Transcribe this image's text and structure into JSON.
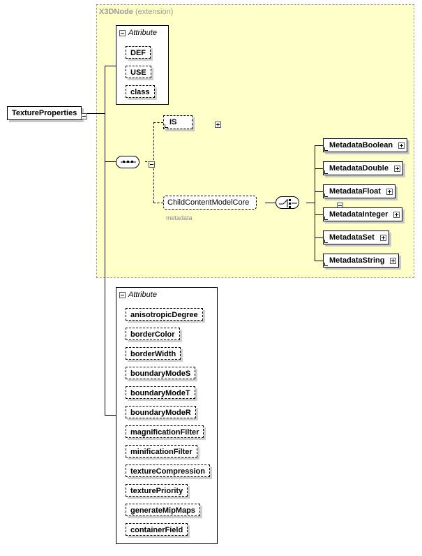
{
  "extension": {
    "name": "X3DNode",
    "qualifier": "(extension)"
  },
  "root": {
    "label": "TextureProperties"
  },
  "inherited_attribute_group": {
    "title": "Attribute",
    "items": [
      "DEF",
      "USE",
      "class"
    ]
  },
  "is_element": {
    "label": "IS"
  },
  "child_content": {
    "label": "ChildContentModelCore",
    "sublabel": "metadata"
  },
  "metadata_elements": [
    "MetadataBoolean",
    "MetadataDouble",
    "MetadataFloat",
    "MetadataInteger",
    "MetadataSet",
    "MetadataString"
  ],
  "attribute_group": {
    "title": "Attribute",
    "items": [
      "anisotropicDegree",
      "borderColor",
      "borderWidth",
      "boundaryModeS",
      "boundaryModeT",
      "boundaryModeR",
      "magnificationFilter",
      "minificationFilter",
      "textureCompression",
      "texturePriority",
      "generateMipMaps",
      "containerField"
    ]
  }
}
